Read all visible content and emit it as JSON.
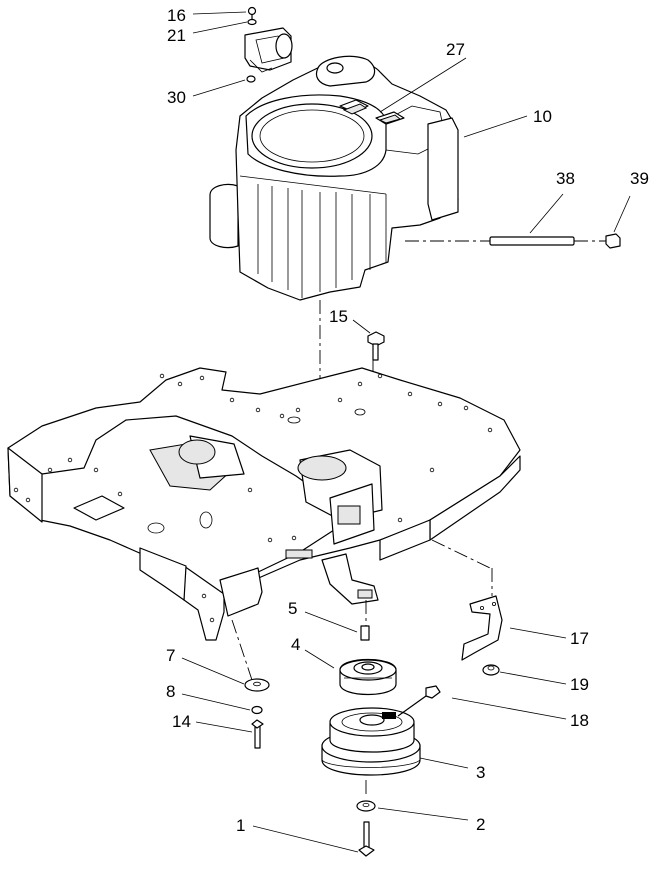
{
  "callouts": {
    "c1": "1",
    "c2": "2",
    "c3": "3",
    "c4": "4",
    "c5": "5",
    "c7": "7",
    "c8": "8",
    "c10": "10",
    "c14": "14",
    "c15": "15",
    "c16": "16",
    "c17": "17",
    "c18": "18",
    "c19": "19",
    "c21": "21",
    "c27": "27",
    "c30": "30",
    "c38": "38",
    "c39": "39"
  }
}
